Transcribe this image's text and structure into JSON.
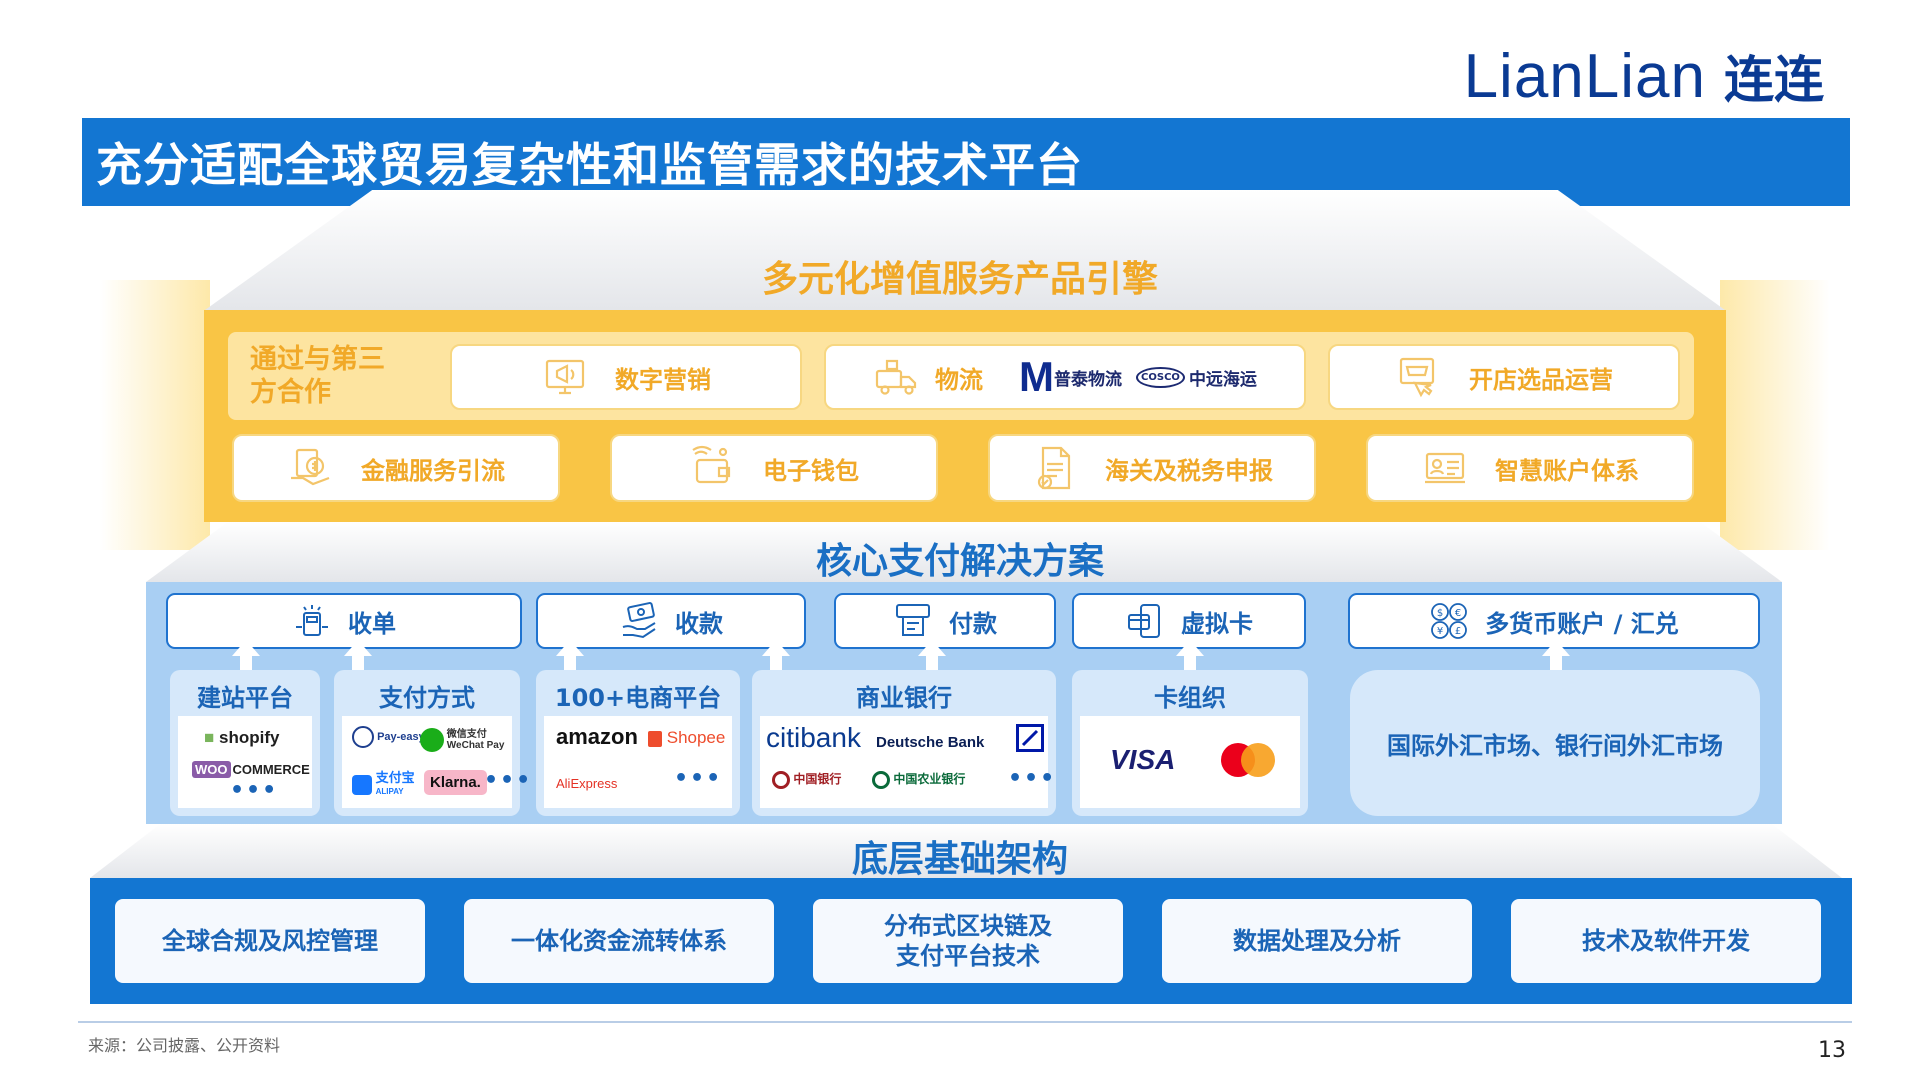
{
  "brand": {
    "latin": "LianLian",
    "cjk": "连连"
  },
  "title": "充分适配全球贸易复杂性和监管需求的技术平台",
  "layer1": {
    "title": "多元化增值服务产品引擎",
    "partner_label": "通过与第三方合作",
    "partner_cards": [
      {
        "label": "数字营销",
        "icon": "monitor-megaphone-icon"
      },
      {
        "label": "物流",
        "icon": "delivery-truck-icon",
        "logos": [
          "普泰物流",
          "COSCO",
          "中远海运"
        ]
      },
      {
        "label": "开店选品运营",
        "icon": "store-screen-icon"
      }
    ],
    "cards": [
      {
        "label": "金融服务引流",
        "icon": "money-hand-icon"
      },
      {
        "label": "电子钱包",
        "icon": "wallet-icon"
      },
      {
        "label": "海关及税务申报",
        "icon": "tax-document-icon"
      },
      {
        "label": "智慧账户体系",
        "icon": "account-card-icon"
      }
    ]
  },
  "layer2": {
    "title": "核心支付解决方案",
    "top_buttons": [
      {
        "label": "收单",
        "icon": "pos-terminal-icon"
      },
      {
        "label": "收款",
        "icon": "hand-cash-icon"
      },
      {
        "label": "付款",
        "icon": "atm-icon"
      },
      {
        "label": "虚拟卡",
        "icon": "mobile-card-icon"
      },
      {
        "label": "多货币账户 / 汇兑",
        "icon": "currency-exchange-icon"
      }
    ],
    "groups": {
      "site": {
        "title": "建站平台",
        "logos": [
          "shopify",
          "WOO",
          "COMMERCE"
        ]
      },
      "pay": {
        "title": "支付方式",
        "logos": [
          "Pay-easy",
          "微信支付",
          "WeChat Pay",
          "支付宝",
          "ALIPAY",
          "Klarna."
        ]
      },
      "ecom": {
        "title": "100+电商平台",
        "logos": [
          "amazon",
          "Shopee",
          "AliExpress"
        ]
      },
      "bank": {
        "title": "商业银行",
        "logos": [
          "citibank",
          "Deutsche Bank",
          "中国银行",
          "中国农业银行"
        ]
      },
      "card": {
        "title": "卡组织",
        "logos": [
          "VISA"
        ]
      }
    },
    "more": "•••",
    "fx_market": "国际外汇市场、银行间外汇市场"
  },
  "layer3": {
    "title": "底层基础架构",
    "items": [
      "全球合规及风控管理",
      "一体化资金流转体系",
      "分布式区块链及支付平台技术",
      "数据处理及分析",
      "技术及软件开发"
    ]
  },
  "footer": {
    "source": "来源：公司披露、公开资料",
    "page": "13"
  },
  "colors": {
    "orange_panel": "#f9c545",
    "orange_text": "#f1a928",
    "blue": "#1376d2",
    "blue_text": "#1b64b6",
    "light_blue": "#a9cff3"
  }
}
